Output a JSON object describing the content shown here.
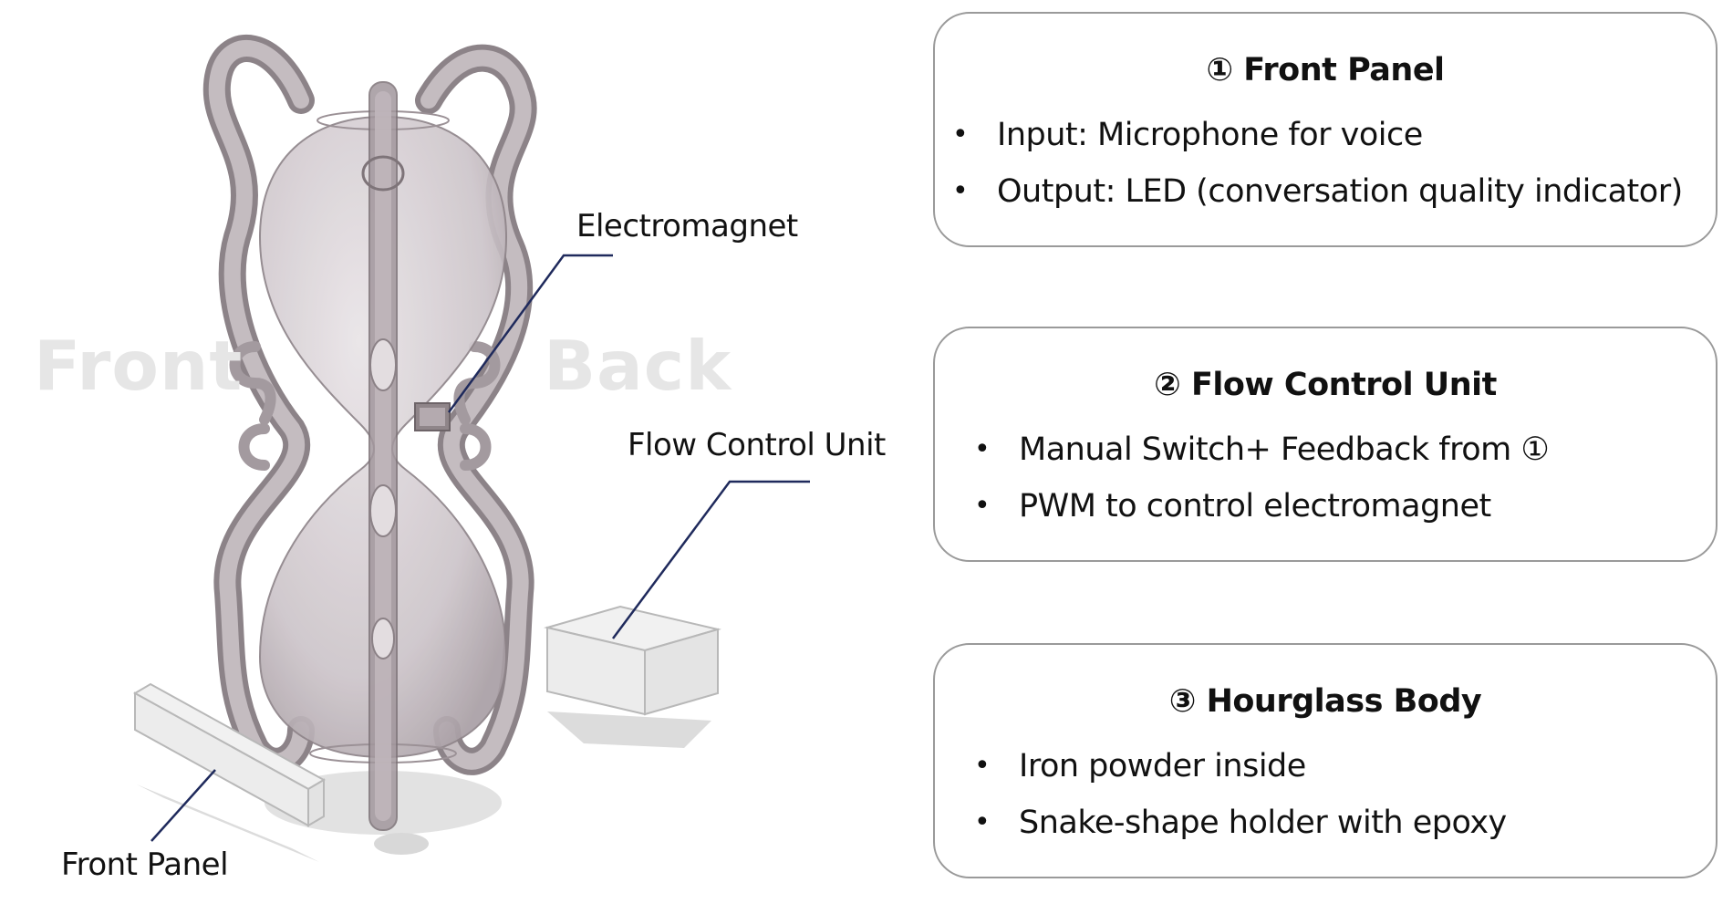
{
  "diagram": {
    "side_labels": {
      "front": "Front",
      "back": "Back"
    },
    "callouts": {
      "electromagnet": "Electromagnet",
      "flow_control_unit": "Flow Control Unit",
      "front_panel": "Front Panel"
    }
  },
  "cards": [
    {
      "title": "① Front Panel",
      "items": [
        "Input: Microphone for voice",
        "Output: LED (conversation quality indicator)"
      ]
    },
    {
      "title": "② Flow Control Unit",
      "items": [
        "Manual Switch+ Feedback from ①",
        "PWM to control electromagnet"
      ]
    },
    {
      "title": "③ Hourglass Body",
      "items": [
        "Iron powder inside",
        "Snake-shape holder with epoxy"
      ]
    }
  ],
  "colors": {
    "leader_line": "#1f2a5c",
    "card_border": "#9a9a9a",
    "glass_fill": "#cfc8cc",
    "snake": "#9a9094"
  }
}
